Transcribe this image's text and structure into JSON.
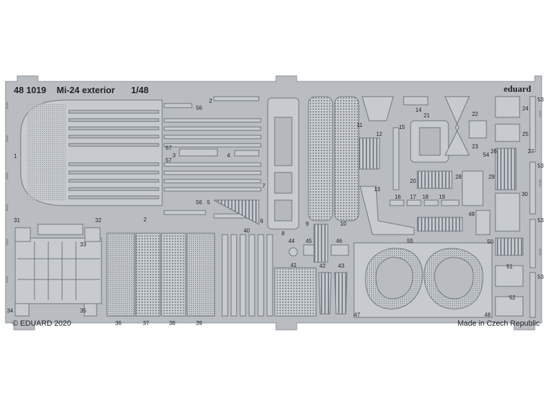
{
  "header": {
    "product_code": "48 1019",
    "product_name": "Mi-24 exterior",
    "scale": "1/48",
    "brand": "eduard"
  },
  "footer": {
    "copyright": "© EDUARD 2020",
    "origin": "Made in Czech Republic"
  },
  "part_numbers": {
    "n1": "1",
    "n2": "2",
    "n2b": "2",
    "n3": "3",
    "n4": "4",
    "n5": "5",
    "n6": "6",
    "n7": "7",
    "n8": "8",
    "n9": "9",
    "n10": "10",
    "n11": "11",
    "n12": "12",
    "n13": "13",
    "n14": "14",
    "n15": "15",
    "n16": "16",
    "n17": "17",
    "n18": "18",
    "n19": "19",
    "n20": "20",
    "n21": "21",
    "n22": "22",
    "n23": "23",
    "n24": "24",
    "n25": "25",
    "n26": "26",
    "n27": "27",
    "n28": "28",
    "n29": "29",
    "n30": "30",
    "n31": "31",
    "n32": "32",
    "n33": "33",
    "n34": "34",
    "n35": "35",
    "n36": "36",
    "n37": "37",
    "n38": "38",
    "n39": "39",
    "n40": "40",
    "n41": "41",
    "n42": "42",
    "n43": "43",
    "n44": "44",
    "n45": "45",
    "n46": "46",
    "n47": "47",
    "n48": "48",
    "n49": "49",
    "n50": "50",
    "n51": "51",
    "n52": "52",
    "n53a": "53",
    "n53b": "53",
    "n53c": "53",
    "n53d": "53",
    "n54": "54",
    "n55": "55",
    "n56a": "56",
    "n56b": "56",
    "n57a": "57",
    "n57b": "57"
  },
  "colors": {
    "fret": "#b9bdc2",
    "fret_edge": "#8e9399",
    "part": "#c7cbd0",
    "part_edge": "#6f757c",
    "dot": "#5d636a"
  }
}
